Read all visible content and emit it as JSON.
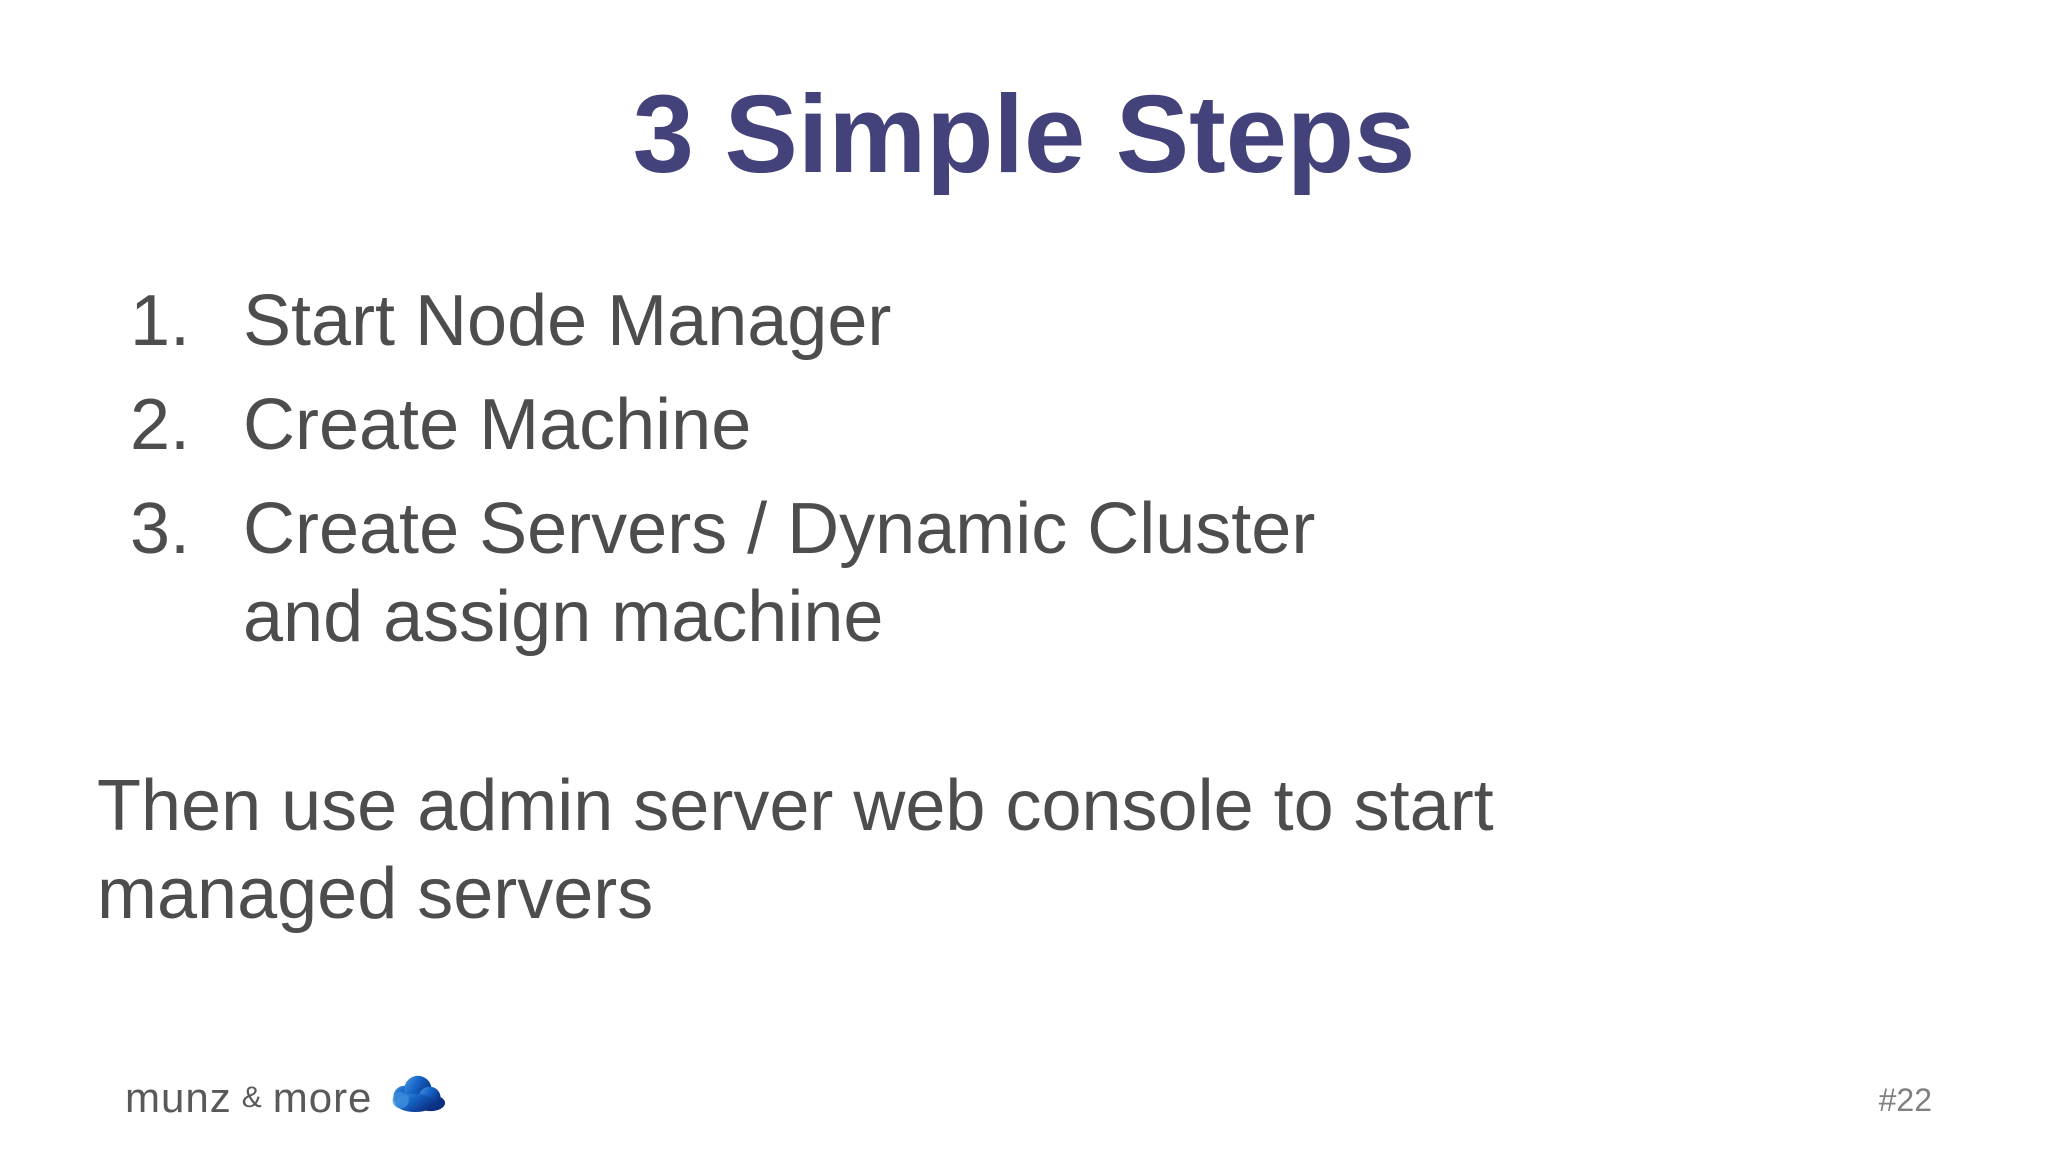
{
  "slide": {
    "title": "3 Simple Steps",
    "steps": [
      {
        "number": "1.",
        "text": "Start Node Manager"
      },
      {
        "number": "2.",
        "text": "Create Machine"
      },
      {
        "number": "3.",
        "text": "Create Servers / Dynamic Cluster\nand assign machine"
      }
    ],
    "note": "Then use admin server web console to start\nmanaged servers",
    "footer": {
      "logo_text_left": "munz",
      "logo_amp": "&",
      "logo_text_right": "more",
      "page_number": "#22"
    },
    "colors": {
      "title": "#44427a",
      "body_text": "#4d4d4d",
      "logo_text": "#58595b",
      "page_number": "#808080",
      "cloud_light": "#4a9be0",
      "cloud_mid": "#1766c8",
      "cloud_dark": "#0a2f80"
    }
  }
}
